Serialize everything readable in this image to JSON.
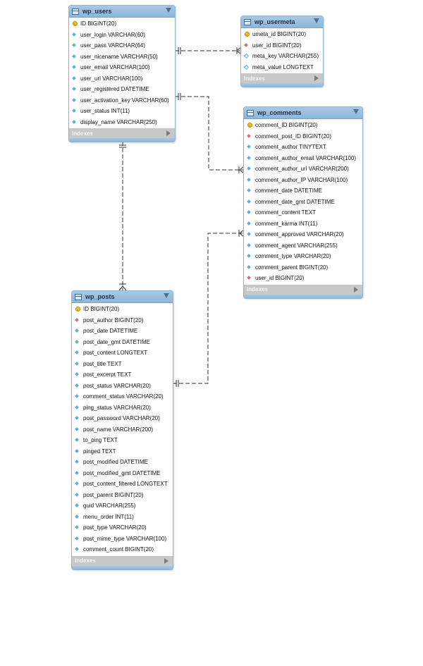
{
  "tables": [
    {
      "id": "wp_users",
      "name": "wp_users",
      "indexes_label": "Indexes",
      "columns": [
        {
          "name": "ID BIGINT(20)",
          "kind": "key"
        },
        {
          "name": "user_login VARCHAR(60)",
          "kind": "attr"
        },
        {
          "name": "user_pass VARCHAR(64)",
          "kind": "attr"
        },
        {
          "name": "user_nicename VARCHAR(50)",
          "kind": "attr"
        },
        {
          "name": "user_email VARCHAR(100)",
          "kind": "attr"
        },
        {
          "name": "user_url VARCHAR(100)",
          "kind": "attr"
        },
        {
          "name": "user_registered DATETIME",
          "kind": "attr"
        },
        {
          "name": "user_activation_key VARCHAR(60)",
          "kind": "attr"
        },
        {
          "name": "user_status INT(11)",
          "kind": "attr"
        },
        {
          "name": "display_name VARCHAR(250)",
          "kind": "attr"
        }
      ]
    },
    {
      "id": "wp_usermeta",
      "name": "wp_usermeta",
      "indexes_label": "Indexes",
      "columns": [
        {
          "name": "umeta_id BIGINT(20)",
          "kind": "key"
        },
        {
          "name": "user_id BIGINT(20)",
          "kind": "fk"
        },
        {
          "name": "meta_key VARCHAR(255)",
          "kind": "null"
        },
        {
          "name": "meta_value LONGTEXT",
          "kind": "null"
        }
      ]
    },
    {
      "id": "wp_comments",
      "name": "wp_comments",
      "indexes_label": "Indexes",
      "columns": [
        {
          "name": "comment_ID BIGINT(20)",
          "kind": "key"
        },
        {
          "name": "comment_post_ID BIGINT(20)",
          "kind": "fk"
        },
        {
          "name": "comment_author TINYTEXT",
          "kind": "attr"
        },
        {
          "name": "comment_author_email VARCHAR(100)",
          "kind": "attr"
        },
        {
          "name": "comment_author_url VARCHAR(200)",
          "kind": "attr"
        },
        {
          "name": "comment_author_IP VARCHAR(100)",
          "kind": "attr"
        },
        {
          "name": "comment_date DATETIME",
          "kind": "attr"
        },
        {
          "name": "comment_date_gmt DATETIME",
          "kind": "attr"
        },
        {
          "name": "comment_content TEXT",
          "kind": "attr"
        },
        {
          "name": "comment_karma INT(11)",
          "kind": "attr"
        },
        {
          "name": "comment_approved VARCHAR(20)",
          "kind": "attr"
        },
        {
          "name": "comment_agent VARCHAR(255)",
          "kind": "attr"
        },
        {
          "name": "comment_type VARCHAR(20)",
          "kind": "attr"
        },
        {
          "name": "comment_parent BIGINT(20)",
          "kind": "attr"
        },
        {
          "name": "user_id BIGINT(20)",
          "kind": "fk"
        }
      ]
    },
    {
      "id": "wp_posts",
      "name": "wp_posts",
      "indexes_label": "Indexes",
      "columns": [
        {
          "name": "ID BIGINT(20)",
          "kind": "key"
        },
        {
          "name": "post_author BIGINT(20)",
          "kind": "fk"
        },
        {
          "name": "post_date DATETIME",
          "kind": "attr"
        },
        {
          "name": "post_date_gmt DATETIME",
          "kind": "attr"
        },
        {
          "name": "post_content LONGTEXT",
          "kind": "attr"
        },
        {
          "name": "post_title TEXT",
          "kind": "attr"
        },
        {
          "name": "post_excerpt TEXT",
          "kind": "attr"
        },
        {
          "name": "post_status VARCHAR(20)",
          "kind": "attr"
        },
        {
          "name": "comment_status VARCHAR(20)",
          "kind": "attr"
        },
        {
          "name": "ping_status VARCHAR(20)",
          "kind": "attr"
        },
        {
          "name": "post_password VARCHAR(20)",
          "kind": "attr"
        },
        {
          "name": "post_name VARCHAR(200)",
          "kind": "attr"
        },
        {
          "name": "to_ping TEXT",
          "kind": "attr"
        },
        {
          "name": "pinged TEXT",
          "kind": "attr"
        },
        {
          "name": "post_modified DATETIME",
          "kind": "attr"
        },
        {
          "name": "post_modified_gmt DATETIME",
          "kind": "attr"
        },
        {
          "name": "post_content_filtered LONGTEXT",
          "kind": "attr"
        },
        {
          "name": "post_parent BIGINT(20)",
          "kind": "attr"
        },
        {
          "name": "guid VARCHAR(255)",
          "kind": "attr"
        },
        {
          "name": "menu_order INT(11)",
          "kind": "attr"
        },
        {
          "name": "post_type VARCHAR(20)",
          "kind": "attr"
        },
        {
          "name": "post_mime_type VARCHAR(100)",
          "kind": "attr"
        },
        {
          "name": "comment_count BIGINT(20)",
          "kind": "attr"
        }
      ]
    }
  ],
  "relationships": [
    {
      "from": "wp_users",
      "to": "wp_usermeta",
      "cardinality": "one-to-many"
    },
    {
      "from": "wp_users",
      "to": "wp_comments",
      "cardinality": "one-to-many"
    },
    {
      "from": "wp_users",
      "to": "wp_posts",
      "cardinality": "one-to-many"
    },
    {
      "from": "wp_posts",
      "to": "wp_comments",
      "cardinality": "one-to-many"
    }
  ],
  "colors": {
    "header_top": "#a9c8e4",
    "header_bottom": "#8db6db",
    "border": "#8fb3d1",
    "key": "#f2c719",
    "attribute": "#4fb5d1",
    "foreign_key": "#d26e7a",
    "indexes_bar": "#c8c8c8",
    "connector": "#333333"
  }
}
